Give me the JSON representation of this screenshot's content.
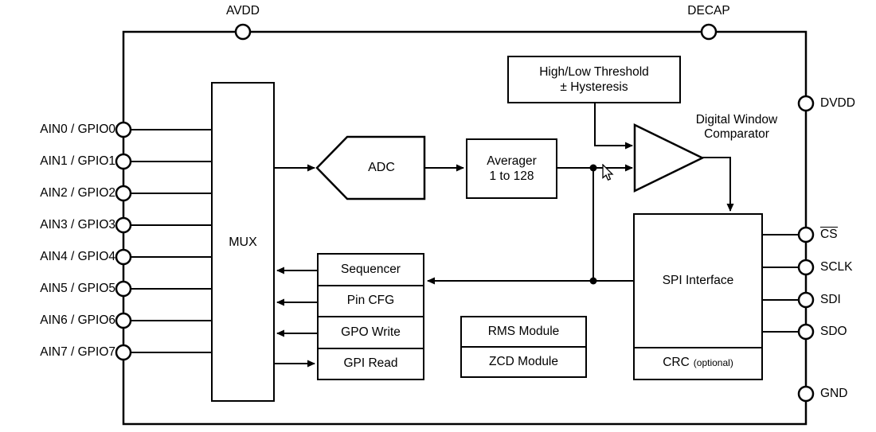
{
  "pins": {
    "top": [
      "AVDD",
      "DECAP"
    ],
    "left": [
      "AIN0 / GPIO0",
      "AIN1 / GPIO1",
      "AIN2 / GPIO2",
      "AIN3 / GPIO3",
      "AIN4 / GPIO4",
      "AIN5 / GPIO5",
      "AIN6 / GPIO6",
      "AIN7 / GPIO7"
    ],
    "right": {
      "dvdd": "DVDD",
      "cs": "CS",
      "sclk": "SCLK",
      "sdi": "SDI",
      "sdo": "SDO",
      "gnd": "GND"
    }
  },
  "blocks": {
    "mux": "MUX",
    "adc": "ADC",
    "averager": {
      "line1": "Averager",
      "line2": "1 to 128"
    },
    "threshold": {
      "line1": "High/Low Threshold",
      "line2": "± Hysteresis"
    },
    "comparator": {
      "line1": "Digital Window",
      "line2": "Comparator"
    },
    "control": [
      "Sequencer",
      "Pin CFG",
      "GPO Write",
      "GPI Read"
    ],
    "modules": [
      "RMS Module",
      "ZCD Module"
    ],
    "spi": "SPI Interface",
    "crc": "CRC",
    "crc_note": "(optional)"
  },
  "colors": {
    "line": "#000000",
    "background": "#ffffff"
  }
}
